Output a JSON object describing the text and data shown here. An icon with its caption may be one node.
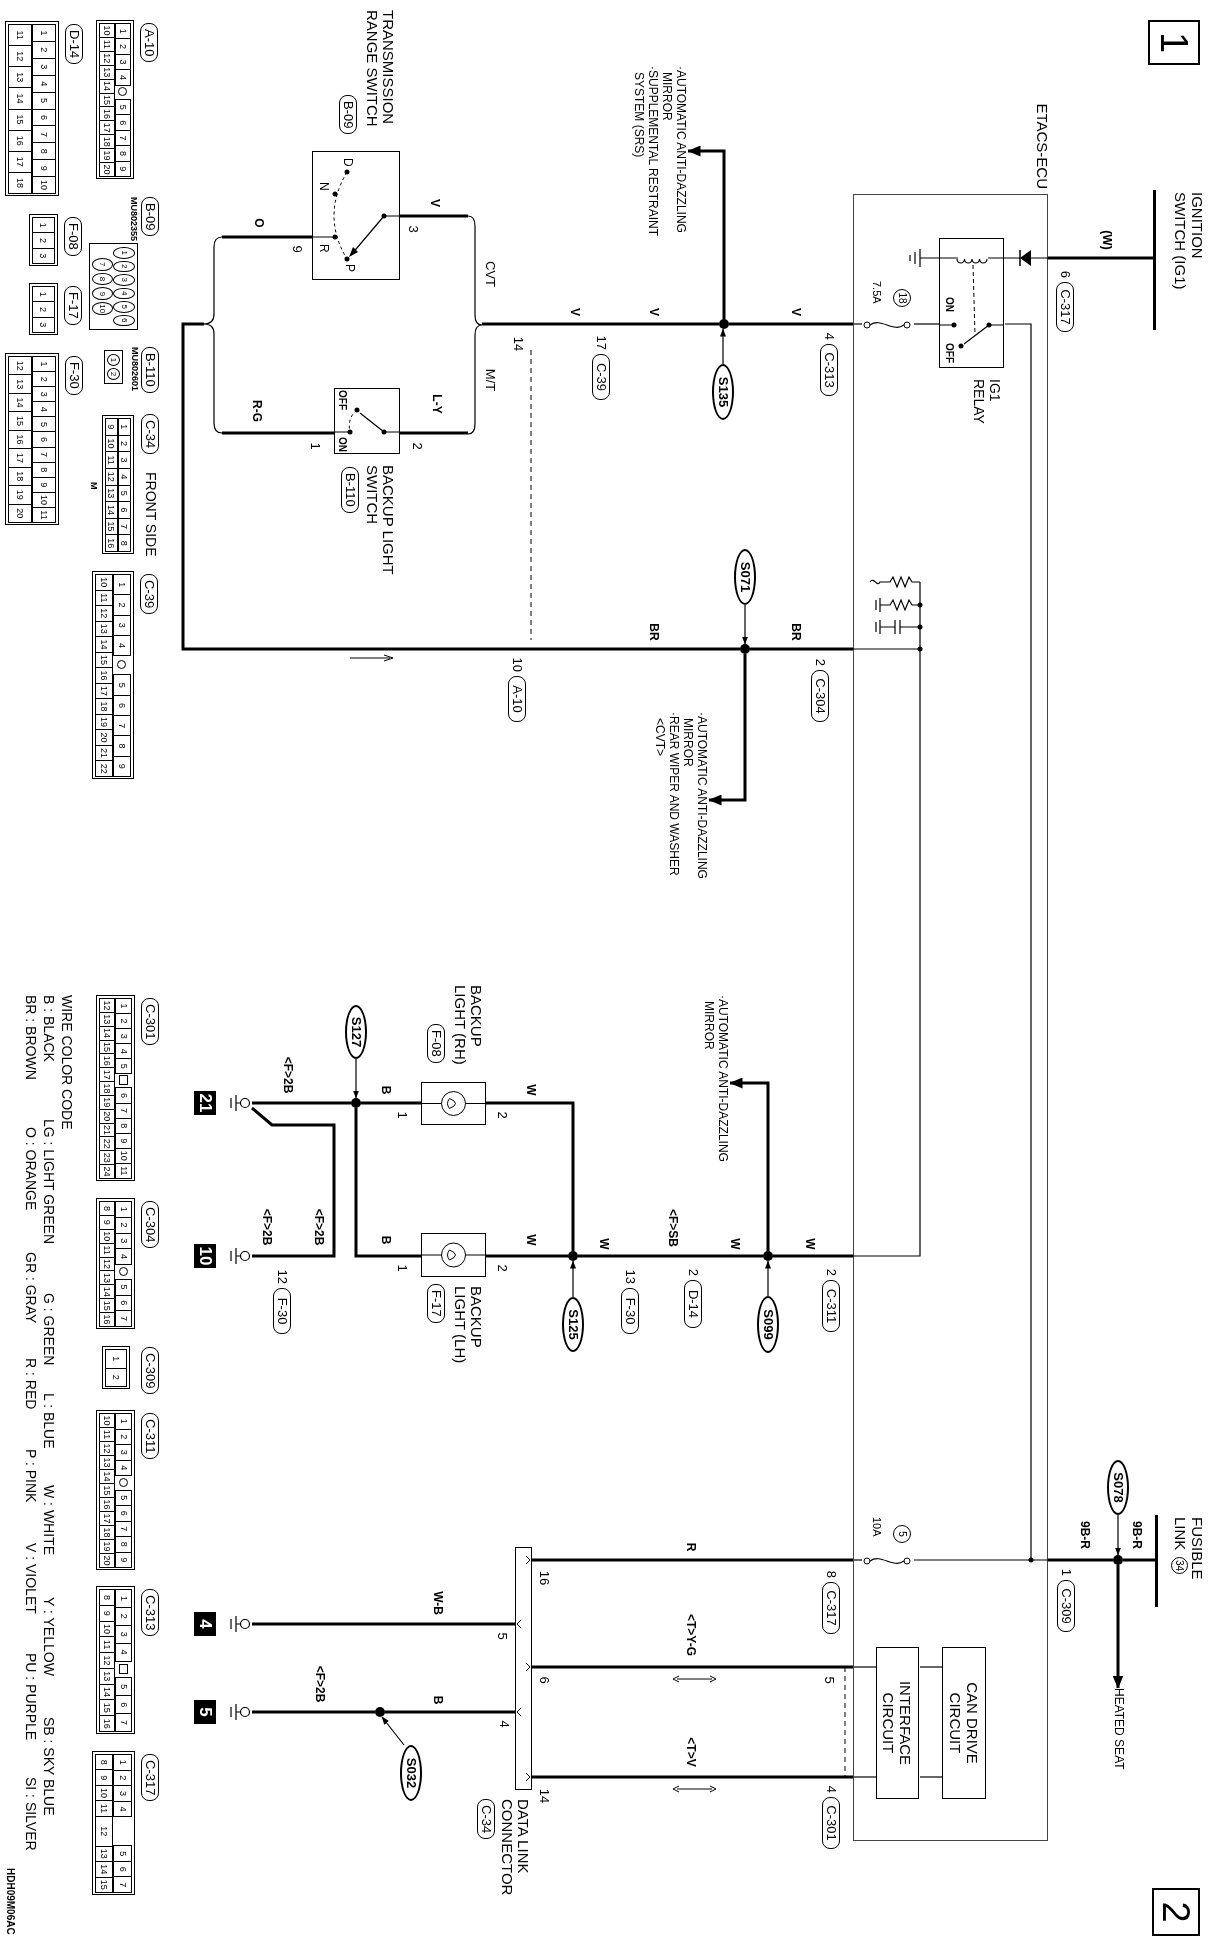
{
  "diagram": {
    "nodes": [
      {
        "text": [
          "1"
        ]
      },
      {
        "text": [
          "2"
        ]
      },
      {
        "text": [
          "IGNITION SWITCH (IG1)"
        ]
      },
      {
        "text": [
          "FUSIBLE LINK",
          "34"
        ]
      },
      {
        "text": [
          "ETACS-ECU"
        ]
      },
      {
        "text": [
          "IG1 RELAY",
          "ON",
          "OFF"
        ],
        "in": 4
      },
      {
        "text": [
          "18",
          "7.5A"
        ],
        "in": 4
      },
      {
        "text": [
          "5",
          "10A"
        ],
        "in": 4
      },
      {
        "text": [
          "CAN DRIVE CIRCUIT"
        ],
        "in": 4
      },
      {
        "text": [
          "INTERFACE CIRCUIT"
        ],
        "in": 4
      },
      {
        "text": [
          "TRANSMISSION RANGE SWITCH",
          "B-09",
          "D",
          "N",
          "R",
          "P"
        ]
      },
      {
        "text": [
          "BACKUP LIGHT SWITCH",
          "B-110",
          "OFF",
          "ON"
        ]
      },
      {
        "text": [
          "BACKUP LIGHT (RH)",
          "F-08"
        ]
      },
      {
        "text": [
          "BACKUP LIGHT (LH)",
          "F-17"
        ]
      },
      {
        "text": [
          "DATA LINK CONNECTOR",
          "C-34"
        ]
      },
      {
        "text": [
          "21"
        ]
      },
      {
        "text": [
          "10"
        ]
      },
      {
        "text": [
          "4"
        ]
      },
      {
        "text": [
          "5"
        ]
      },
      {
        "text": [
          "S135"
        ]
      },
      {
        "text": [
          "S071"
        ]
      },
      {
        "text": [
          "S099"
        ]
      },
      {
        "text": [
          "S125"
        ]
      },
      {
        "text": [
          "S127"
        ]
      },
      {
        "text": [
          "S032"
        ]
      },
      {
        "text": [
          "S078"
        ]
      },
      {
        "text": [],
        "shape": "circle"
      },
      {
        "text": [],
        "shape": "circle"
      },
      {
        "text": [],
        "shape": "circle"
      },
      {
        "text": [],
        "shape": "circle"
      },
      {
        "text": [],
        "shape": "circle"
      },
      {
        "text": [],
        "shape": "circle"
      },
      {
        "text": [],
        "shape": "circle"
      },
      {
        "text": [
          "·AUTOMATIC ANTI-DAZZLING MIRROR",
          "·SUPPLEMENTAL RESTRAINT SYSTEM (SRS)"
        ]
      },
      {
        "text": [
          "·AUTOMATIC ANTI-DAZZLING MIRROR",
          "·REAR WIPER AND WASHER <CVT>"
        ]
      },
      {
        "text": [
          "·AUTOMATIC ANTI-DAZZLING MIRROR"
        ]
      },
      {
        "text": [
          "HEATED SEAT"
        ]
      },
      {
        "text": [],
        "shape": "bracket"
      },
      {
        "text": [],
        "shape": "bracket",
        "beside": [
          "CVT",
          "M/T"
        ]
      },
      {
        "text": [
          "C-317"
        ],
        "beside": [
          "6"
        ]
      },
      {
        "text": [
          "C-313"
        ],
        "beside": [
          "4"
        ]
      },
      {
        "text": [
          "C-39"
        ],
        "beside": [
          "17"
        ]
      },
      {
        "text": [
          "A-10"
        ],
        "beside": [
          "10"
        ]
      },
      {
        "text": [
          "C-304"
        ],
        "beside": [
          "2"
        ]
      },
      {
        "text": [
          "C-311"
        ],
        "beside": [
          "2"
        ]
      },
      {
        "text": [
          "D-14"
        ],
        "beside": [
          "2"
        ]
      },
      {
        "text": [
          "F-30"
        ],
        "beside": [
          "13"
        ]
      },
      {
        "text": [
          "F-30"
        ],
        "beside": [
          "12"
        ]
      },
      {
        "text": [
          "C-309"
        ],
        "beside": [
          "1"
        ]
      },
      {
        "text": [
          "C-317"
        ],
        "beside": [
          "8"
        ]
      },
      {
        "text": [
          "C-301"
        ],
        "beside": [
          "4"
        ]
      },
      {
        "text": [
          "A-10",
          "1",
          "2",
          "3",
          "4",
          "5",
          "6",
          "7",
          "8",
          "9",
          "10",
          "11",
          "12",
          "13",
          "14",
          "15",
          "16",
          "17",
          "18",
          "19",
          "20"
        ]
      },
      {
        "text": [
          "B-09",
          "MU802355",
          "1",
          "2",
          "3",
          "4",
          "5",
          "6",
          "7",
          "8",
          "9",
          "10"
        ]
      },
      {
        "text": [
          "B-110",
          "MU802601",
          "1",
          "2"
        ]
      },
      {
        "text": [
          "C-34",
          "FRONT SIDE",
          "M",
          "1",
          "2",
          "3",
          "4",
          "5",
          "6",
          "7",
          "8",
          "9",
          "10",
          "11",
          "12",
          "13",
          "14",
          "15",
          "16"
        ]
      },
      {
        "text": [
          "C-39",
          "1",
          "2",
          "3",
          "4",
          "5",
          "6",
          "7",
          "8",
          "9",
          "10",
          "11",
          "12",
          "13",
          "14",
          "15",
          "16",
          "17",
          "18",
          "19",
          "20",
          "21",
          "22"
        ]
      },
      {
        "text": [
          "C-301",
          "1",
          "2",
          "3",
          "4",
          "5",
          "6",
          "7",
          "8",
          "9",
          "10",
          "11",
          "12",
          "13",
          "14",
          "15",
          "16",
          "17",
          "18",
          "19",
          "20",
          "21",
          "22",
          "23",
          "24"
        ]
      },
      {
        "text": [
          "C-304",
          "1",
          "2",
          "3",
          "4",
          "5",
          "6",
          "7",
          "8",
          "9",
          "10",
          "11",
          "12",
          "13",
          "14",
          "15",
          "16"
        ]
      },
      {
        "text": [
          "C-309",
          "1",
          "2"
        ]
      },
      {
        "text": [
          "C-311",
          "1",
          "2",
          "3",
          "4",
          "5",
          "6",
          "7",
          "8",
          "9",
          "10",
          "11",
          "12",
          "13",
          "14",
          "15",
          "16",
          "17",
          "18",
          "19",
          "20"
        ]
      },
      {
        "text": [
          "C-313",
          "1",
          "2",
          "3",
          "4",
          "5",
          "6",
          "7",
          "8",
          "9",
          "10",
          "11",
          "12",
          "13",
          "14",
          "15",
          "16"
        ]
      },
      {
        "text": [
          "C-317",
          "1",
          "2",
          "3",
          "4",
          "5",
          "6",
          "7",
          "8",
          "9",
          "10",
          "11",
          "12",
          "13",
          "14",
          "15"
        ]
      },
      {
        "text": [
          "D-14",
          "1",
          "2",
          "3",
          "4",
          "5",
          "6",
          "7",
          "8",
          "9",
          "10",
          "11",
          "12",
          "13",
          "14",
          "15",
          "16",
          "17",
          "18"
        ]
      },
      {
        "text": [
          "F-08",
          "1",
          "2",
          "3"
        ]
      },
      {
        "text": [
          "F-17",
          "1",
          "2",
          "3"
        ]
      },
      {
        "text": [
          "F-30",
          "1",
          "2",
          "3",
          "4",
          "5",
          "6",
          "7",
          "8",
          "9",
          "10",
          "11",
          "12",
          "13",
          "14",
          "15",
          "16",
          "17",
          "18",
          "19",
          "20"
        ]
      }
    ],
    "edges": [
      {
        "from": 2,
        "to": 4,
        "arrow": "none",
        "label": "(W)"
      },
      {
        "from": 3,
        "to": 31,
        "arrow": "none",
        "label": "9B-R"
      },
      {
        "from": 31,
        "to": 4,
        "arrow": "none",
        "label": "9B-R"
      },
      {
        "from": 31,
        "to": 36,
        "arrow": "to"
      },
      {
        "from": 4,
        "to": 26,
        "arrow": "none",
        "label": "V"
      },
      {
        "from": 26,
        "to": 33,
        "arrow": "to"
      },
      {
        "from": 26,
        "to": 38,
        "arrow": "none",
        "label": "V"
      },
      {
        "from": 38,
        "to": 10,
        "arrow": "none",
        "label": "V"
      },
      {
        "from": 38,
        "to": 11,
        "arrow": "none",
        "label": "L-Y"
      },
      {
        "from": 10,
        "to": 37,
        "arrow": "none",
        "label": "O"
      },
      {
        "from": 11,
        "to": 37,
        "arrow": "none",
        "label": "R-G"
      },
      {
        "from": 37,
        "to": 27,
        "arrow": "none",
        "label": "BR"
      },
      {
        "from": 27,
        "to": 4,
        "arrow": "none",
        "label": "BR"
      },
      {
        "from": 27,
        "to": 34,
        "arrow": "to"
      },
      {
        "from": 4,
        "to": 30,
        "arrow": "none",
        "label": "W"
      },
      {
        "from": 30,
        "to": 35,
        "arrow": "to"
      },
      {
        "from": 30,
        "to": 29,
        "arrow": "none",
        "label": "W"
      },
      {
        "from": 29,
        "to": 12,
        "arrow": "none",
        "label": "W"
      },
      {
        "from": 29,
        "to": 13,
        "arrow": "none",
        "label": "W"
      },
      {
        "from": 12,
        "to": 28,
        "arrow": "none",
        "label": "B"
      },
      {
        "from": 13,
        "to": 28,
        "arrow": "none",
        "label": "B"
      },
      {
        "from": 28,
        "to": 15,
        "arrow": "none",
        "label": "<F>2B"
      },
      {
        "from": 15,
        "to": 16,
        "arrow": "none",
        "label": "<F>2B"
      },
      {
        "from": 4,
        "to": 14,
        "arrow": "none",
        "label": "R"
      },
      {
        "from": 4,
        "to": 14,
        "arrow": "none",
        "label": "<T>Y-G"
      },
      {
        "from": 4,
        "to": 14,
        "arrow": "none",
        "label": "<T>V"
      },
      {
        "from": 14,
        "to": 17,
        "arrow": "none",
        "label": "W-B"
      },
      {
        "from": 14,
        "to": 32,
        "arrow": "none",
        "label": "B"
      },
      {
        "from": 32,
        "to": 18,
        "arrow": "none",
        "label": "<F>2B"
      },
      {
        "from": 19,
        "to": 26,
        "arrow": "to"
      },
      {
        "from": 20,
        "to": 27,
        "arrow": "to"
      },
      {
        "from": 21,
        "to": 30,
        "arrow": "to"
      },
      {
        "from": 22,
        "to": 29,
        "arrow": "to"
      },
      {
        "from": 23,
        "to": 28,
        "arrow": "to"
      },
      {
        "from": 24,
        "to": 32,
        "arrow": "to"
      },
      {
        "from": 25,
        "to": 31,
        "arrow": "to"
      },
      {
        "from": 5,
        "to": 6,
        "arrow": "none"
      },
      {
        "from": 6,
        "to": 4,
        "arrow": "none"
      },
      {
        "from": 5,
        "to": 7,
        "arrow": "none"
      },
      {
        "from": 7,
        "to": 4,
        "arrow": "none"
      },
      {
        "from": 8,
        "to": 9,
        "arrow": "none"
      },
      {
        "from": 8,
        "to": 9,
        "arrow": "none"
      },
      {
        "from": 9,
        "to": 4,
        "arrow": "none"
      },
      {
        "from": 9,
        "to": 4,
        "arrow": "none"
      }
    ],
    "labels": [
      "V",
      "14",
      "3",
      "2",
      "9",
      "1",
      "<F>SB",
      "W",
      "2",
      "2",
      "1",
      "1",
      "<F>2B",
      "5",
      "16",
      "5",
      "6",
      "4",
      "14",
      "WIRE COLOR CODE",
      "B : BLACK",
      "LG : LIGHT GREEN",
      "G : GREEN",
      "L : BLUE",
      "W : WHITE",
      "Y : YELLOW",
      "SB : SKY BLUE",
      "BR : BROWN",
      "O : ORANGE",
      "GR : GRAY",
      "R : RED",
      "P : PINK",
      "V : VIOLET",
      "PU : PURPLE",
      "SI : SILVER",
      "HDH09M06AC"
    ]
  }
}
